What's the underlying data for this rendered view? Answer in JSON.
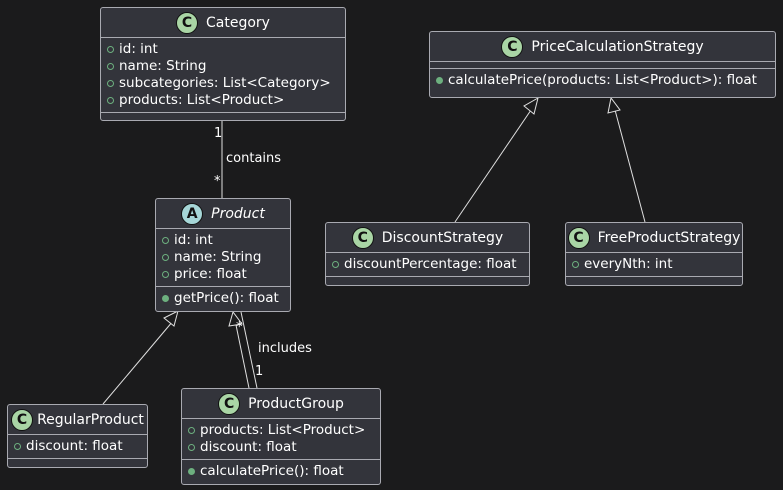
{
  "classes": {
    "category": {
      "name": "Category",
      "badge": "C",
      "fields": [
        "id: int",
        "name: String",
        "subcategories: List<Category>",
        "products: List<Product>"
      ]
    },
    "product": {
      "name": "Product",
      "badge": "A",
      "fields": [
        "id: int",
        "name: String",
        "price: float"
      ],
      "methods": [
        "getPrice(): float"
      ]
    },
    "regular": {
      "name": "RegularProduct",
      "badge": "C",
      "fields": [
        "discount: float"
      ]
    },
    "group": {
      "name": "ProductGroup",
      "badge": "C",
      "fields": [
        "products: List<Product>",
        "discount: float"
      ],
      "methods": [
        "calculatePrice(): float"
      ]
    },
    "strategy": {
      "name": "PriceCalculationStrategy",
      "badge": "C",
      "methods": [
        "calculatePrice(products: List<Product>): float"
      ]
    },
    "discount": {
      "name": "DiscountStrategy",
      "badge": "C",
      "fields": [
        "discountPercentage: float"
      ]
    },
    "free": {
      "name": "FreeProductStrategy",
      "badge": "C",
      "fields": [
        "everyNth: int"
      ]
    }
  },
  "relations": {
    "contains": {
      "label": "contains",
      "from_mult": "1",
      "to_mult": "*"
    },
    "includes": {
      "label": "includes",
      "from_mult": "1",
      "to_mult": "*"
    }
  }
}
